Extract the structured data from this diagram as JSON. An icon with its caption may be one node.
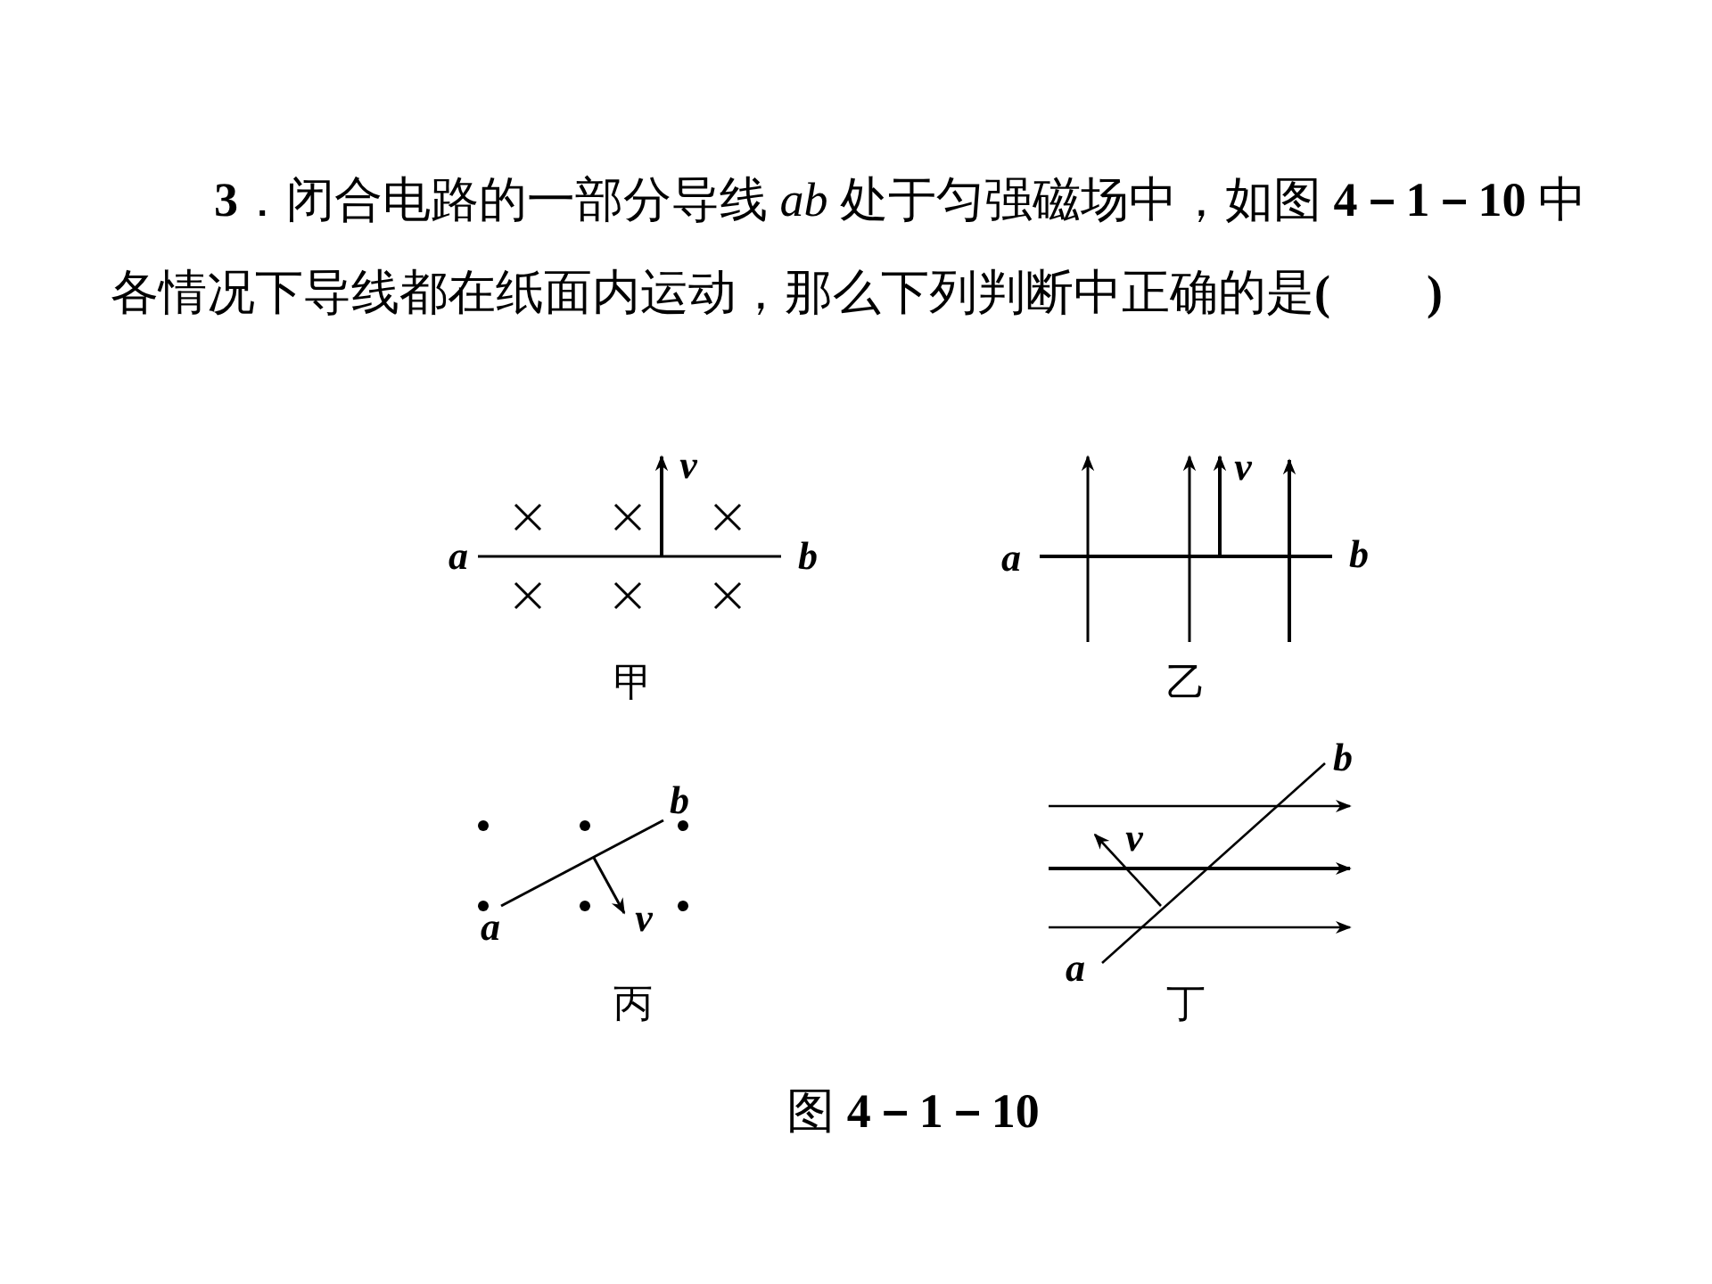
{
  "diagram": {
    "caption": "图 **4－1－10**",
    "labels": [
      "**3**．闭合电路的一部分导线 *ab* 处于匀强磁场中，如图 **4－1－10** 中各情况下导线都在纸面内运动，那么下列判断中正确的是**(　　)**",
      "v",
      "a",
      "b",
      "甲",
      "v",
      "a",
      "b",
      "乙",
      "b",
      "v",
      "a",
      "丙",
      "b",
      "v",
      "a",
      "丁"
    ]
  }
}
